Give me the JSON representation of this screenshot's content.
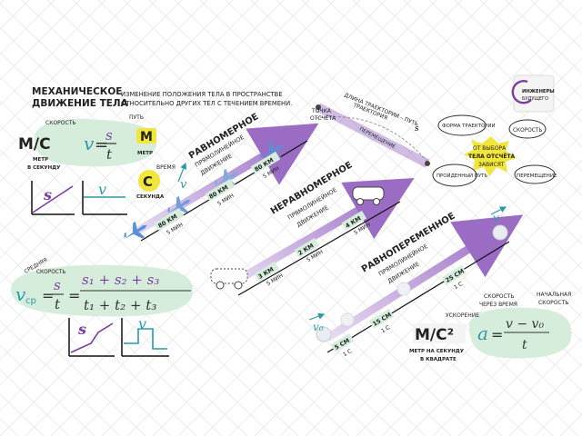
{
  "title": {
    "line1": "МЕХАНИЧЕСКОЕ",
    "line2": "ДВИЖЕНИЕ ТЕЛА"
  },
  "definition": {
    "line1": "ИЗМЕНЕНИЕ ПОЛОЖЕНИЯ ТЕЛА В ПРОСТРАНСТВЕ",
    "line2": "ОТНОСИТЕЛЬНО ДРУГИХ ТЕЛ С ТЕЧЕНИЕМ ВРЕМЕНИ."
  },
  "logo": {
    "line1": "ИНЖЕНЕРЫ",
    "line2": "БУДУЩЕГО"
  },
  "speed_formula": {
    "speed_label": "СКОРОСТЬ",
    "path_label": "ПУТЬ",
    "time_label": "ВРЕМЯ",
    "units": "М/С",
    "units_caption1": "МЕТР",
    "units_caption2": "В СЕКУНДУ",
    "meter_letter": "М",
    "meter_caption": "МЕТР",
    "second_letter": "С",
    "second_caption": "СЕКУНДА"
  },
  "graphs": {
    "s": "s",
    "v": "v"
  },
  "avg_speed": {
    "label1": "СРЕДНЯЯ",
    "label2": "СКОРОСТЬ"
  },
  "trajectory": {
    "length_label1": "ДЛИНА ТРАЕКТОРИИ – ПУТЬ",
    "length_label2": "ТРАЕКТОРИЯ",
    "reference_point1": "ТОЧКА",
    "reference_point2": "ОТСЧЁТА",
    "move_label": "ПЕРЕМЕЩЕНИЕ"
  },
  "bubbles": {
    "form": "ФОРМА ТРАЕКТОРИИ",
    "speed": "СКОРОСТЬ",
    "center1": "ОТ ВЫБОРА",
    "center2": "ТЕЛА ОТСЧЁТА",
    "center3": "ЗАВИСЯТ",
    "path": "ПРОЙДЕННЫЙ ПУТЬ",
    "move": "ПЕРЕМЕЩЕНИЕ"
  },
  "uniform": {
    "title": "РАВНОМЕРНОЕ",
    "sub1": "ПРЯМОЛИНЕЙНОЕ",
    "sub2": "ДВИЖЕНИЕ",
    "segments": [
      {
        "dist": "80 КМ",
        "time": "5 МИН"
      },
      {
        "dist": "80 КМ",
        "time": "5 МИН"
      },
      {
        "dist": "80 КМ",
        "time": "5 МИН"
      }
    ]
  },
  "nonuniform": {
    "title": "НЕРАВНОМЕРНОЕ",
    "sub1": "ПРЯМОЛИНЕЙНОЕ",
    "sub2": "ДВИЖЕНИЕ",
    "segments": [
      {
        "dist": "3 КМ",
        "time": "5 МИН"
      },
      {
        "dist": "2 КМ",
        "time": "5 МИН"
      },
      {
        "dist": "4 КМ",
        "time": "5 МИН"
      }
    ]
  },
  "accelerated": {
    "title": "РАВНОПЕРЕМЕННОЕ",
    "sub1": "ПРЯМОЛИНЕЙНОЕ",
    "sub2": "ДВИЖЕНИЕ",
    "segments": [
      {
        "dist": "5 СМ",
        "time": "1 С"
      },
      {
        "dist": "15 СМ",
        "time": "1 С"
      },
      {
        "dist": "25 СМ",
        "time": "1 С"
      }
    ]
  },
  "acceleration": {
    "label": "УСКОРЕНИЕ",
    "units": "М/С²",
    "units_caption1": "МЕТР НА СЕКУНДУ",
    "units_caption2": "В КВАДРАТЕ",
    "speed_through1": "СКОРОСТЬ",
    "speed_through2": "ЧЕРЕЗ ВРЕМЯ",
    "initial1": "НАЧАЛЬНАЯ",
    "initial2": "СКОРОСТЬ"
  },
  "colors": {
    "purple": "#7b3fa0",
    "lilac": "#d9c8ec",
    "mint": "#d6eddc",
    "yellow": "#f2e63a",
    "teal": "#2a9aa8",
    "grid": "#dcdcdc"
  }
}
